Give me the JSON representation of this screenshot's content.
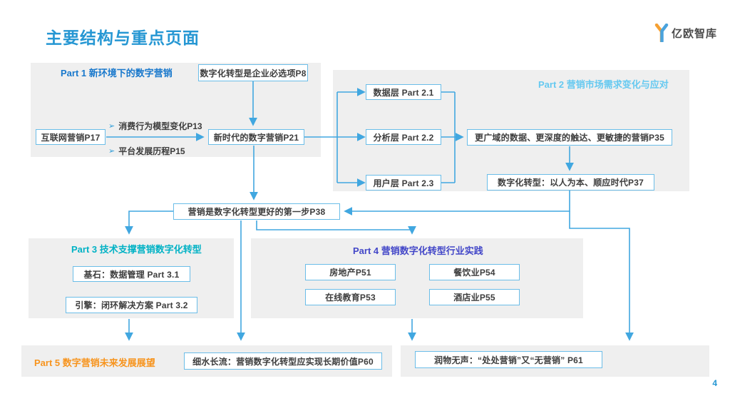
{
  "slide": {
    "title": "主要结构与重点页面",
    "page_number": "4",
    "logo_text": "亿欧智库"
  },
  "colors": {
    "accent_line": "#41a7e0",
    "part1_title": "#1878cc",
    "part2_title": "#66c9f0",
    "part3_title": "#00b2c5",
    "part4_title": "#4347c8",
    "part5_title": "#f7941e",
    "panel_grey": "#efefef",
    "box_border": "#6bbde8"
  },
  "part1": {
    "title": "Part 1 新环境下的数字营销",
    "box_p8": "数字化转型是企业必选项P8",
    "box_p17": "互联网营销P17",
    "box_p21": "新时代的数字营销P21",
    "bullet_icon": "➢",
    "bullet1": "消费行为模型变化P13",
    "bullet2": "平台发展历程P15"
  },
  "part2": {
    "title": "Part 2 营销市场需求变化与应对",
    "box_layer_data": "数据层 Part 2.1",
    "box_layer_analysis": "分析层 Part 2.2",
    "box_layer_user": "用户层 Part 2.3",
    "box_p35": "更广域的数据、更深度的触达、更敏捷的营销P35",
    "box_p37": "数字化转型：以人为本、顺应时代P37"
  },
  "bridge": {
    "box_p38": "营销是数字化转型更好的第一步P38"
  },
  "part3": {
    "title": "Part 3 技术支撑营销数字化转型",
    "box_p31": "基石：数据管理 Part 3.1",
    "box_p32": "引擎：闭环解决方案 Part 3.2"
  },
  "part4": {
    "title": "Part 4 营销数字化转型行业实践",
    "box_p51": "房地产P51",
    "box_p54": "餐饮业P54",
    "box_p53": "在线教育P53",
    "box_p55": "酒店业P55"
  },
  "part5": {
    "title": "Part 5 数字营销未来发展展望",
    "box_p60": "细水长流：营销数字化转型应实现长期价值P60",
    "box_p61": "润物无声：“处处营销”又“无营销” P61"
  }
}
